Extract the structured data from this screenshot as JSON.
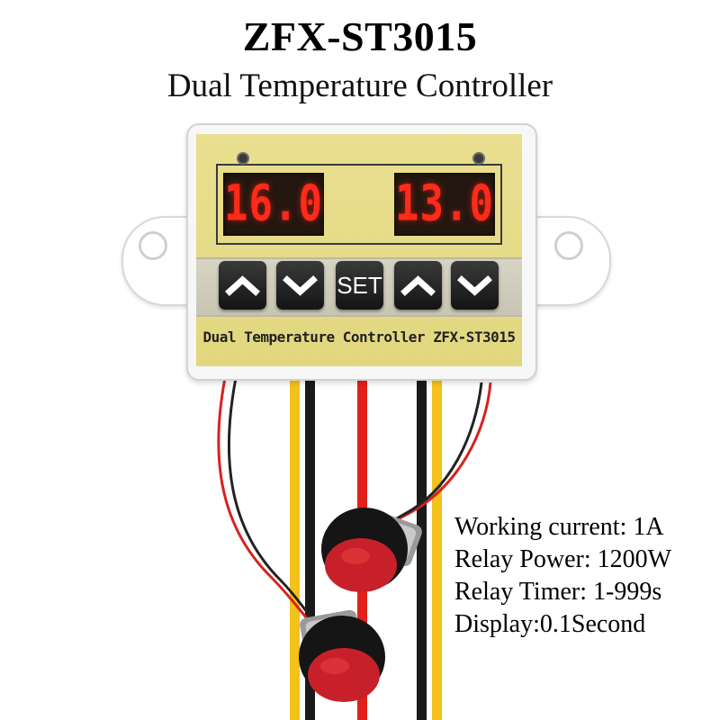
{
  "header": {
    "model": "ZFX-ST3015",
    "product_name": "Dual Temperature Controller"
  },
  "device": {
    "display_left": "16.0",
    "display_right": "13.0",
    "buttons": [
      "up",
      "down",
      "SET",
      "up",
      "down"
    ],
    "set_label": "SET",
    "panel_label": "Dual Temperature Controller ZFX-ST3015"
  },
  "specs": {
    "current": "Working current: 1A",
    "relay_power": "Relay Power: 1200W",
    "relay_timer": "Relay Timer: 1-999s",
    "display": "Display:0.1Second"
  },
  "colors": {
    "panel": "#e5da85",
    "digits": "#ff2a1a",
    "wire_yellow": "#f4c21a",
    "wire_red": "#e0211b",
    "wire_black": "#1a1a1a",
    "button_cap": "#c8202a"
  },
  "icons": {
    "up": "chevron-up-icon",
    "down": "chevron-down-icon"
  }
}
